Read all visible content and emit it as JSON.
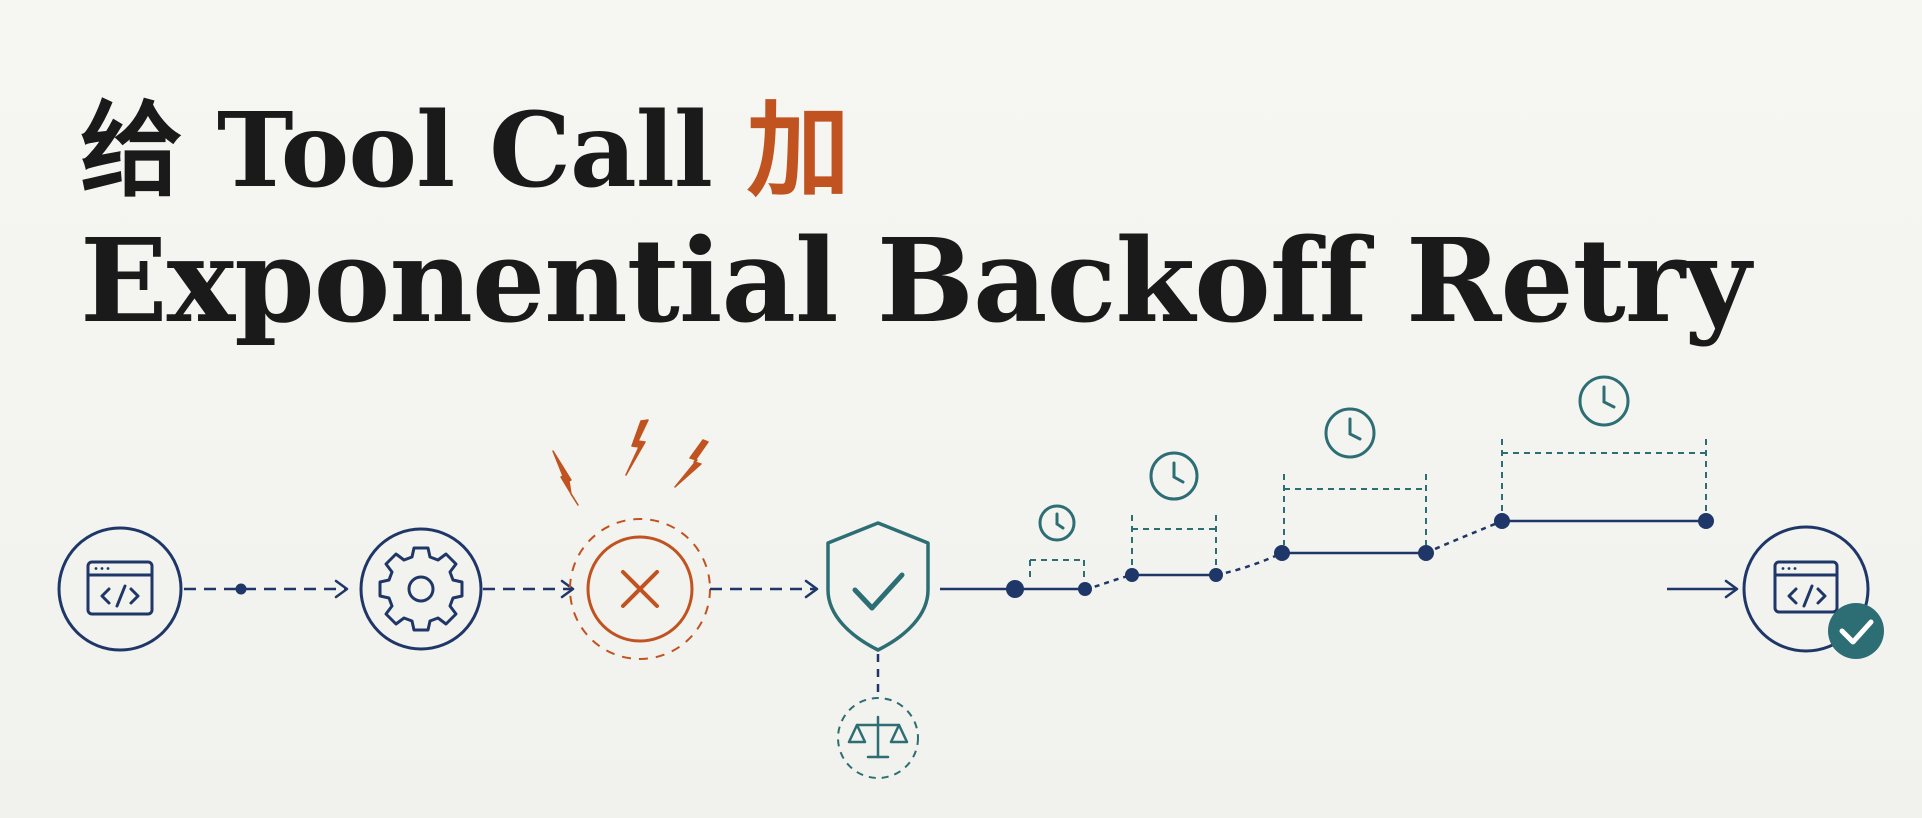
{
  "title": {
    "line1_prefix": "给 Tool Call ",
    "line1_accent": "加",
    "line2": "Exponential Backoff Retry"
  },
  "colors": {
    "navy": "#1f3768",
    "orange": "#c0531f",
    "teal": "#2d6e74",
    "text": "#1a1a1a",
    "background": "#f4f4f1"
  },
  "icons": [
    "code-window-icon",
    "gear-icon",
    "error-x-icon",
    "lightning-icon",
    "shield-check-icon",
    "scales-icon",
    "clock-icon",
    "code-window-icon",
    "success-check-icon"
  ]
}
